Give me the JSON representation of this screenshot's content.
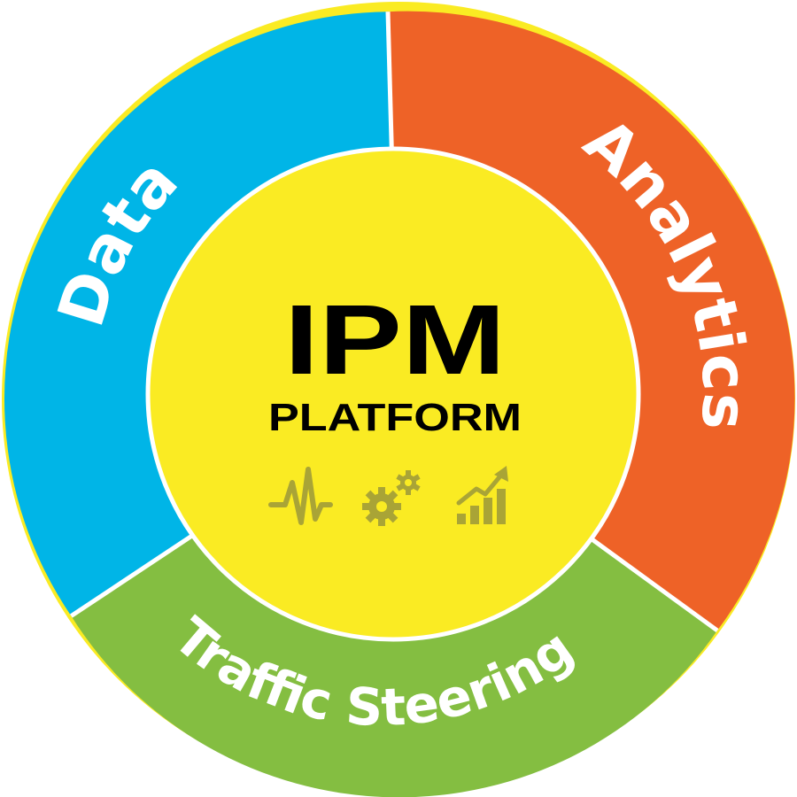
{
  "diagram": {
    "center": {
      "title": "IPM",
      "subtitle": "PLATFORM",
      "fill_color": "#FAEB23",
      "icon_color": "#A9A436",
      "icons": [
        "pulse-waveform-icon",
        "gears-icon",
        "growth-chart-icon"
      ]
    },
    "segments": [
      {
        "id": "data",
        "label": "Data",
        "color": "#00B5E7"
      },
      {
        "id": "analytics",
        "label": "Analytics",
        "color": "#EE6227"
      },
      {
        "id": "traffic",
        "label": "Traffic Steering",
        "color": "#84BE41"
      }
    ],
    "outer_ring_color": "#FAEB23",
    "separator_color": "#FFFFFF"
  }
}
